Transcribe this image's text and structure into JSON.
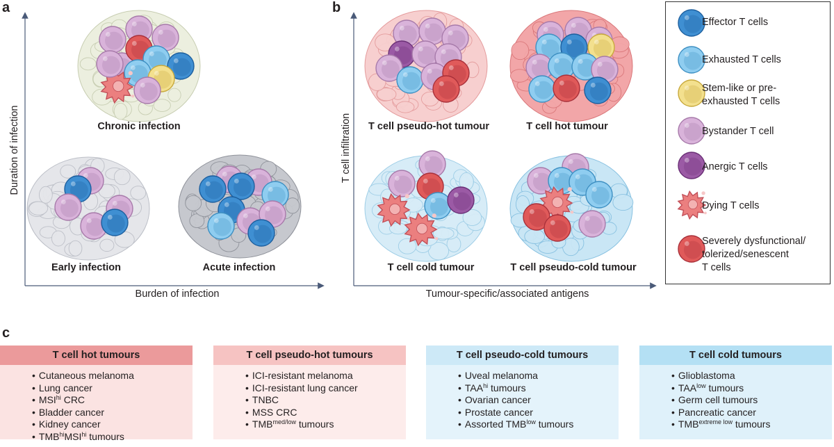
{
  "panel_a": {
    "letter": "a",
    "ylabel": "Duration of infection",
    "xlabel": "Burden of infection",
    "clusters": {
      "chronic": "Chronic infection",
      "early": "Early infection",
      "acute": "Acute infection"
    }
  },
  "panel_b": {
    "letter": "b",
    "ylabel": "T cell infiltration",
    "xlabel": "Tumour-specific/associated antigens",
    "clusters": {
      "pseudo_hot": "T cell pseudo-hot tumour",
      "hot": "T cell hot tumour",
      "cold": "T cell cold tumour",
      "pseudo_cold": "T cell pseudo-cold tumour"
    }
  },
  "legend": [
    {
      "lines": [
        "Effector T cells"
      ]
    },
    {
      "lines": [
        "Exhausted T cells"
      ]
    },
    {
      "lines": [
        "Stem-like or pre-",
        "exhausted T cells"
      ]
    },
    {
      "lines": [
        "Bystander T cell"
      ]
    },
    {
      "lines": [
        "Anergic T cells"
      ]
    },
    {
      "lines": [
        "Dying T cells"
      ]
    },
    {
      "lines": [
        "Severely dysfunctional/",
        "tolerized/senescent",
        "T cells"
      ]
    }
  ],
  "panel_c": {
    "letter": "c",
    "columns": [
      {
        "title": "T cell hot tumours",
        "items": [
          {
            "parts": [
              {
                "t": "Cutaneous melanoma"
              }
            ]
          },
          {
            "parts": [
              {
                "t": "Lung cancer"
              }
            ]
          },
          {
            "parts": [
              {
                "t": "MSI"
              },
              {
                "sup": "hi"
              },
              {
                "t": " CRC"
              }
            ]
          },
          {
            "parts": [
              {
                "t": "Bladder cancer"
              }
            ]
          },
          {
            "parts": [
              {
                "t": "Kidney cancer"
              }
            ]
          },
          {
            "parts": [
              {
                "t": "TMB"
              },
              {
                "sup": "hi"
              },
              {
                "t": "MSI"
              },
              {
                "sup": "hi"
              },
              {
                "t": " tumours"
              }
            ]
          }
        ]
      },
      {
        "title": "T cell pseudo-hot tumours",
        "items": [
          {
            "parts": [
              {
                "t": "ICI-resistant melanoma"
              }
            ]
          },
          {
            "parts": [
              {
                "t": "ICI-resistant lung cancer"
              }
            ]
          },
          {
            "parts": [
              {
                "t": "TNBC"
              }
            ]
          },
          {
            "parts": [
              {
                "t": "MSS CRC"
              }
            ]
          },
          {
            "parts": [
              {
                "t": "TMB"
              },
              {
                "sup": "med/low"
              },
              {
                "t": " tumours"
              }
            ]
          }
        ]
      },
      {
        "title": "T cell pseudo-cold tumours",
        "items": [
          {
            "parts": [
              {
                "t": "Uveal melanoma"
              }
            ]
          },
          {
            "parts": [
              {
                "t": "TAA"
              },
              {
                "sup": "hi"
              },
              {
                "t": " tumours"
              }
            ]
          },
          {
            "parts": [
              {
                "t": "Ovarian cancer"
              }
            ]
          },
          {
            "parts": [
              {
                "t": "Prostate cancer"
              }
            ]
          },
          {
            "parts": [
              {
                "t": "Assorted TMB"
              },
              {
                "sup": "low"
              },
              {
                "t": " tumours"
              }
            ]
          }
        ]
      },
      {
        "title": "T cell cold tumours",
        "items": [
          {
            "parts": [
              {
                "t": "Glioblastoma"
              }
            ]
          },
          {
            "parts": [
              {
                "t": "TAA"
              },
              {
                "sup": "low"
              },
              {
                "t": " tumours"
              }
            ]
          },
          {
            "parts": [
              {
                "t": "Germ cell tumours"
              }
            ]
          },
          {
            "parts": [
              {
                "t": "Pancreatic cancer"
              }
            ]
          },
          {
            "parts": [
              {
                "t": "TMB"
              },
              {
                "sup": "extreme low"
              },
              {
                "t": " tumours"
              }
            ]
          }
        ]
      }
    ]
  },
  "colors": {
    "effector": "#3f8fd2",
    "exhausted": "#8fcdf0",
    "stem_like": "#f3e08e",
    "bystander": "#d9b3da",
    "anergic": "#9b5aa5",
    "dying": "#eb7f7f",
    "senescent": "#e05a5a",
    "axis": "#4a5a78",
    "hot_head": "#eb9a9b",
    "hot_body": "#fbe3e2",
    "pseudo_hot_head": "#f6c3c2",
    "pseudo_hot_body": "#fdeceb",
    "pseudo_cold_head": "#cde9f7",
    "pseudo_cold_body": "#e4f3fb",
    "cold_head": "#b4e0f4",
    "cold_body": "#dff1fa"
  }
}
